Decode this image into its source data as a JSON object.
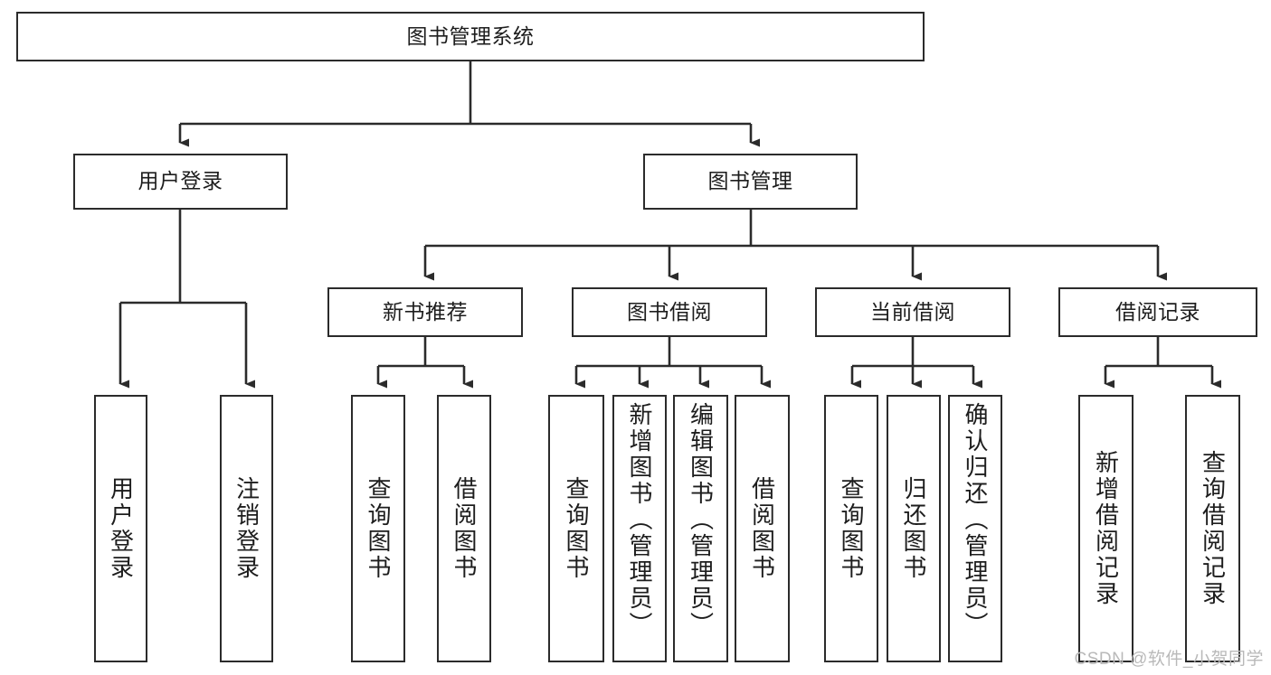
{
  "diagram": {
    "type": "tree-hierarchy-chart",
    "title": "图书管理系统",
    "line_color": "#2b2b2b",
    "box_fill": "#ffffff",
    "text_color": "#1d1d1d",
    "watermark": "CSDN @软件_小贺同学"
  },
  "root": {
    "label": "图书管理系统"
  },
  "level2": [
    {
      "label": "用户登录"
    },
    {
      "label": "图书管理"
    }
  ],
  "level3": [
    {
      "label": "新书推荐"
    },
    {
      "label": "图书借阅"
    },
    {
      "label": "当前借阅"
    },
    {
      "label": "借阅记录"
    }
  ],
  "leaves": {
    "user_login": [
      {
        "label": "用户登录"
      },
      {
        "label": "注销登录"
      }
    ],
    "new_book_recommend": [
      {
        "label": "查询图书"
      },
      {
        "label": "借阅图书"
      }
    ],
    "book_borrow": [
      {
        "label": "查询图书"
      },
      {
        "label": "新增图书（管理员）"
      },
      {
        "label": "编辑图书（管理员）"
      },
      {
        "label": "借阅图书"
      }
    ],
    "current_borrow": [
      {
        "label": "查询图书"
      },
      {
        "label": "归还图书"
      },
      {
        "label": "确认归还（管理员）"
      }
    ],
    "borrow_record": [
      {
        "label": "新增借阅记录"
      },
      {
        "label": "查询借阅记录"
      }
    ]
  }
}
